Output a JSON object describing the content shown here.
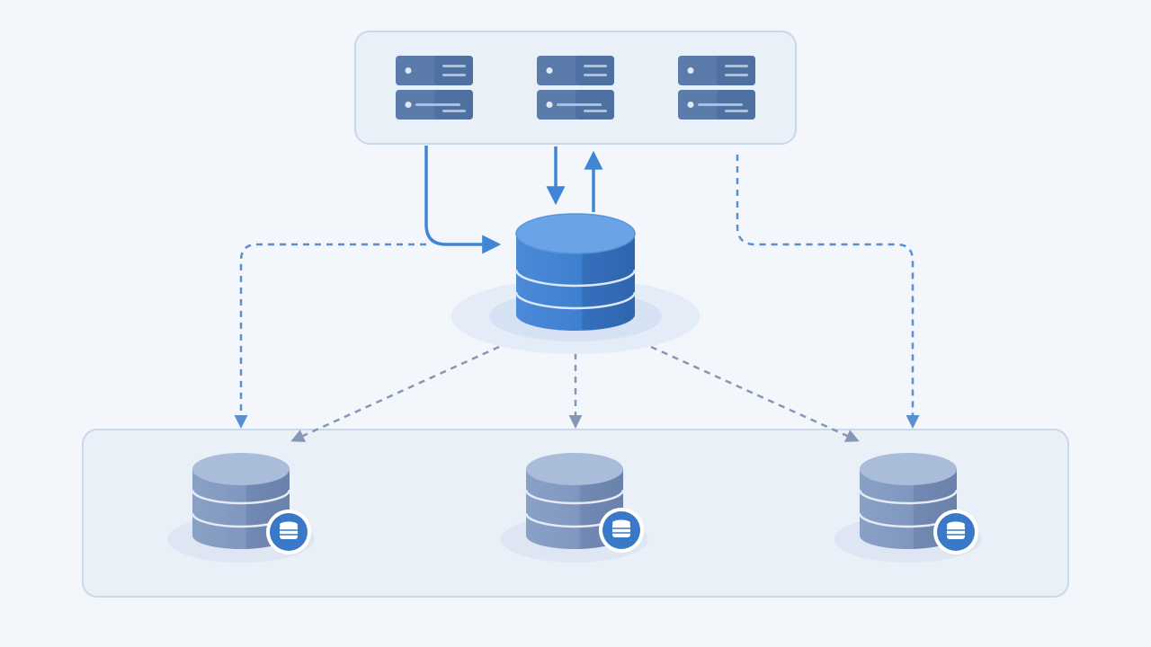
{
  "diagram": {
    "kind": "database-replication-architecture",
    "colors": {
      "background": "#f3f6fa",
      "panel_fill": "#e9f0f8",
      "panel_stroke": "#c9d8ea",
      "server_fill": "#5b7cab",
      "server_dark": "#4a6a98",
      "primary_db": "#3f7fcf",
      "primary_db_top": "#6aa4e6",
      "replica_db": "#7f97bf",
      "replica_db_top": "#a9bcd9",
      "solid_arrow": "#3f86d6",
      "dashed_blue": "#5a8fd1",
      "dashed_gray": "#8497b3",
      "badge_fill": "#3a78c8"
    },
    "app_servers": [
      {
        "icon": "server-rack-icon"
      },
      {
        "icon": "server-rack-icon"
      },
      {
        "icon": "server-rack-icon"
      }
    ],
    "primary_database": {
      "icon": "database-icon"
    },
    "replica_databases": [
      {
        "icon": "database-icon",
        "badge_icon": "database-badge-icon"
      },
      {
        "icon": "database-icon",
        "badge_icon": "database-badge-icon"
      },
      {
        "icon": "database-icon",
        "badge_icon": "database-badge-icon"
      }
    ],
    "connections": [
      {
        "from": "app-server-1",
        "to": "primary-database",
        "style": "solid"
      },
      {
        "from": "app-server-2",
        "to": "primary-database",
        "style": "solid"
      },
      {
        "from": "primary-database",
        "to": "app-server-2",
        "style": "solid"
      },
      {
        "from": "primary-database",
        "to": "replica-database-1",
        "style": "dashed"
      },
      {
        "from": "primary-database",
        "to": "replica-database-2",
        "style": "dashed"
      },
      {
        "from": "primary-database",
        "to": "replica-database-3",
        "style": "dashed"
      },
      {
        "from": "app-server-1",
        "to": "replica-database-1",
        "style": "dashed"
      },
      {
        "from": "app-server-3",
        "to": "replica-database-3",
        "style": "dashed"
      }
    ]
  }
}
